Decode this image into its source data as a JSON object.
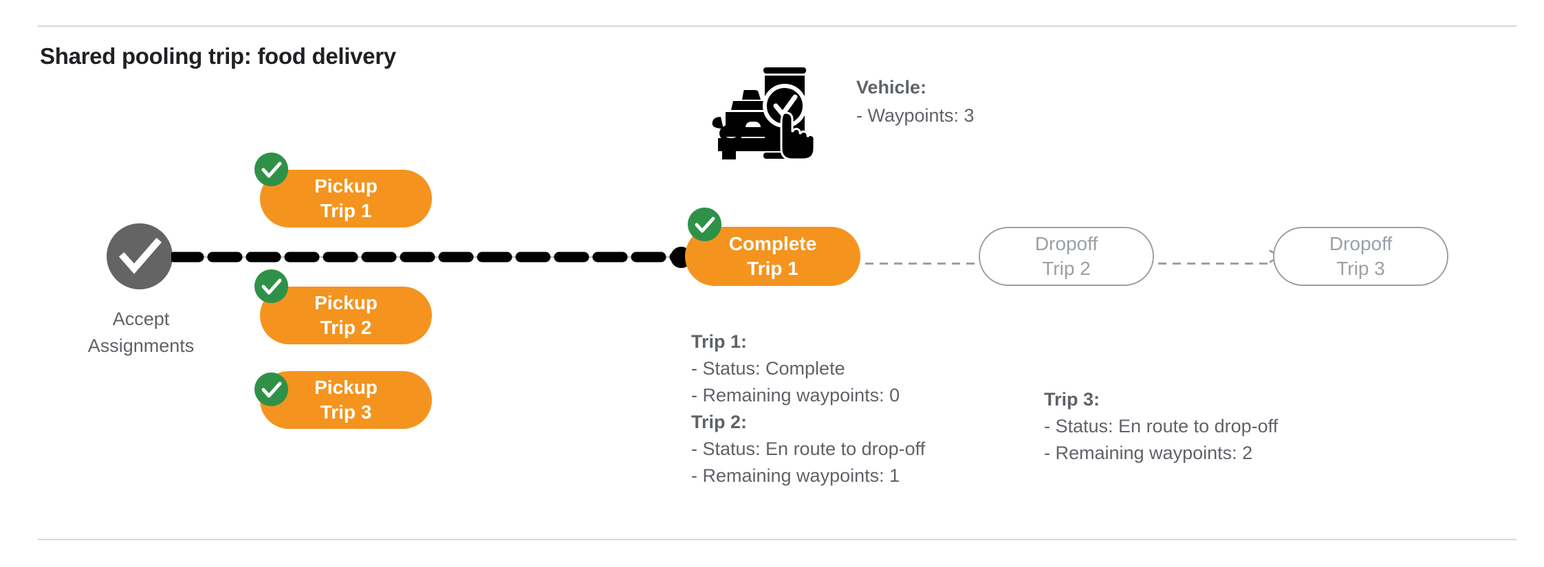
{
  "page": {
    "title": "Shared pooling trip: food delivery"
  },
  "vehicle": {
    "icon": "vehicle-phone-check-icon",
    "heading": "Vehicle:",
    "waypoints_line": "- Waypoints: 3",
    "waypoints": 3
  },
  "start_node": {
    "icon": "check-circle-icon",
    "label_line1": "Accept",
    "label_line2": "Assignments"
  },
  "nodes": [
    {
      "name": "pickup-trip-1",
      "line1": "Pickup",
      "line2": "Trip 1",
      "state": "done",
      "badge": "check-badge-icon"
    },
    {
      "name": "pickup-trip-2",
      "line1": "Pickup",
      "line2": "Trip 2",
      "state": "done",
      "badge": "check-badge-icon"
    },
    {
      "name": "pickup-trip-3",
      "line1": "Pickup",
      "line2": "Trip 3",
      "state": "done",
      "badge": "check-badge-icon"
    },
    {
      "name": "complete-trip-1",
      "line1": "Complete",
      "line2": "Trip 1",
      "state": "done",
      "badge": "check-badge-icon"
    },
    {
      "name": "dropoff-trip-2",
      "line1": "Dropoff",
      "line2": "Trip 2",
      "state": "pending",
      "badge": null
    },
    {
      "name": "dropoff-trip-3",
      "line1": "Dropoff",
      "line2": "Trip 3",
      "state": "pending",
      "badge": null
    }
  ],
  "trip_details_left": [
    {
      "heading": "Trip 1:",
      "status_line": "- Status:  Complete",
      "waypoints_line": "- Remaining waypoints: 0",
      "status": "Complete",
      "remaining_waypoints": 0
    },
    {
      "heading": "Trip 2:",
      "status_line": "- Status:  En route to drop-off",
      "waypoints_line": "- Remaining waypoints: 1",
      "status": "En route to drop-off",
      "remaining_waypoints": 1
    }
  ],
  "trip_details_right": [
    {
      "heading": "Trip 3:",
      "status_line": "- Status:  En route to drop-off",
      "waypoints_line": "- Remaining waypoints: 2",
      "status": "En route to drop-off",
      "remaining_waypoints": 2
    }
  ],
  "colors": {
    "accent_orange": "#f4941f",
    "check_green": "#2f9148",
    "node_gray": "#646464",
    "text_gray": "#5f6368",
    "outline_gray": "#9aa0a6",
    "rule_gray": "#d6d8da",
    "connector_black": "#000000"
  }
}
